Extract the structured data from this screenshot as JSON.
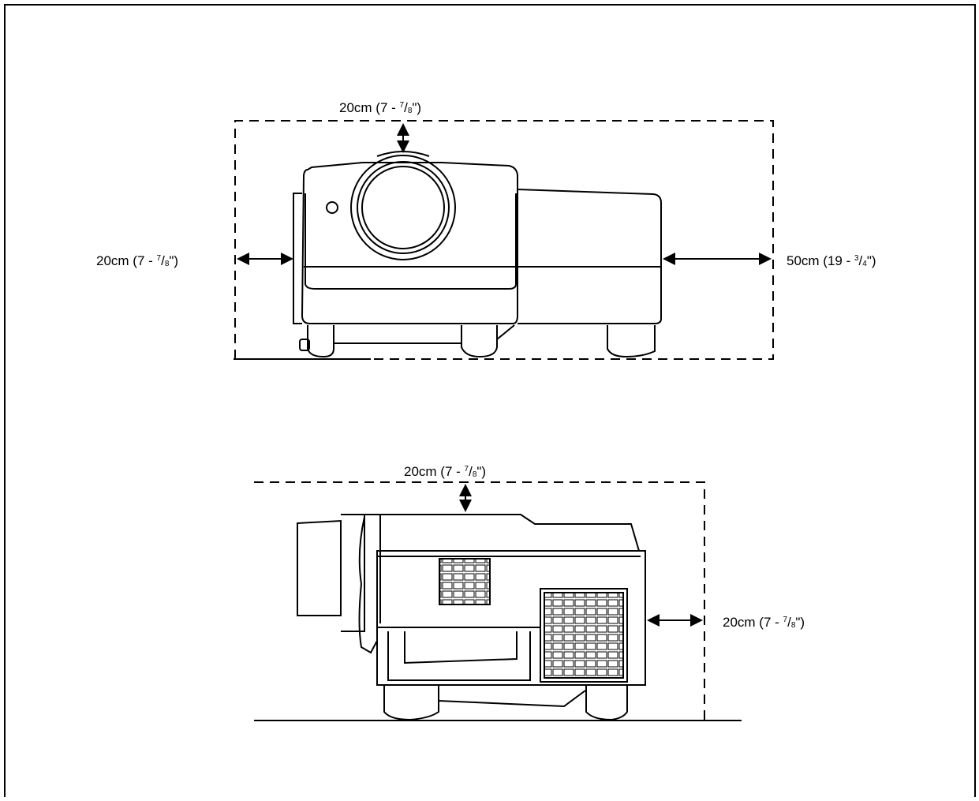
{
  "clearances": {
    "front_top": {
      "main": "20cm (7 - ",
      "num": "7",
      "den": "8",
      "close": "\")"
    },
    "front_left": {
      "main": "20cm (7 - ",
      "num": "7",
      "den": "8",
      "close": "\")"
    },
    "front_right": {
      "main": "50cm (19 - ",
      "num": "3",
      "den": "4",
      "close": "\")"
    },
    "side_top": {
      "main": "20cm (7 - ",
      "num": "7",
      "den": "8",
      "close": "\")"
    },
    "side_right": {
      "main": "20cm (7 - ",
      "num": "7",
      "den": "8",
      "close": "\")"
    }
  },
  "colors": {
    "line": "#000000",
    "background": "#ffffff"
  }
}
